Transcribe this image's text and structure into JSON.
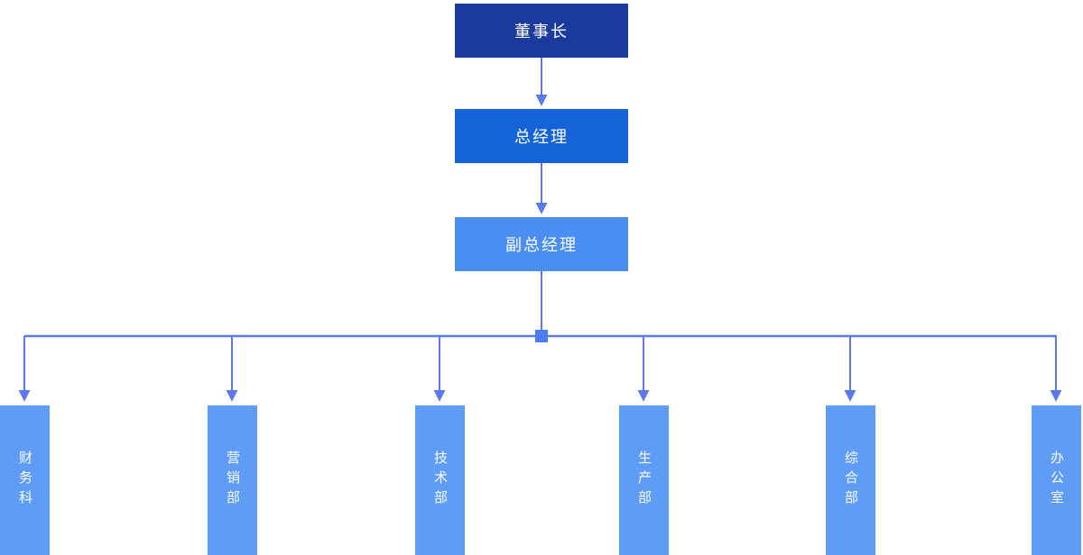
{
  "diagram": {
    "type": "org-chart",
    "levels": {
      "chairman": {
        "label": "董事长"
      },
      "general_manager": {
        "label": "总经理"
      },
      "deputy_general_manager": {
        "label": "副总经理"
      }
    },
    "departments": [
      {
        "label": "财务科"
      },
      {
        "label": "营销部"
      },
      {
        "label": "技术部"
      },
      {
        "label": "生产部"
      },
      {
        "label": "综合部"
      },
      {
        "label": "办公室"
      }
    ],
    "colors": {
      "chairman_box": "#1b3a9e",
      "general_manager_box": "#1463d8",
      "deputy_general_manager_box": "#4a8ef2",
      "department_box": "#5f9cf5",
      "connector": "#5b79ee",
      "text": "#ffffff",
      "background": "#ffffff"
    }
  }
}
